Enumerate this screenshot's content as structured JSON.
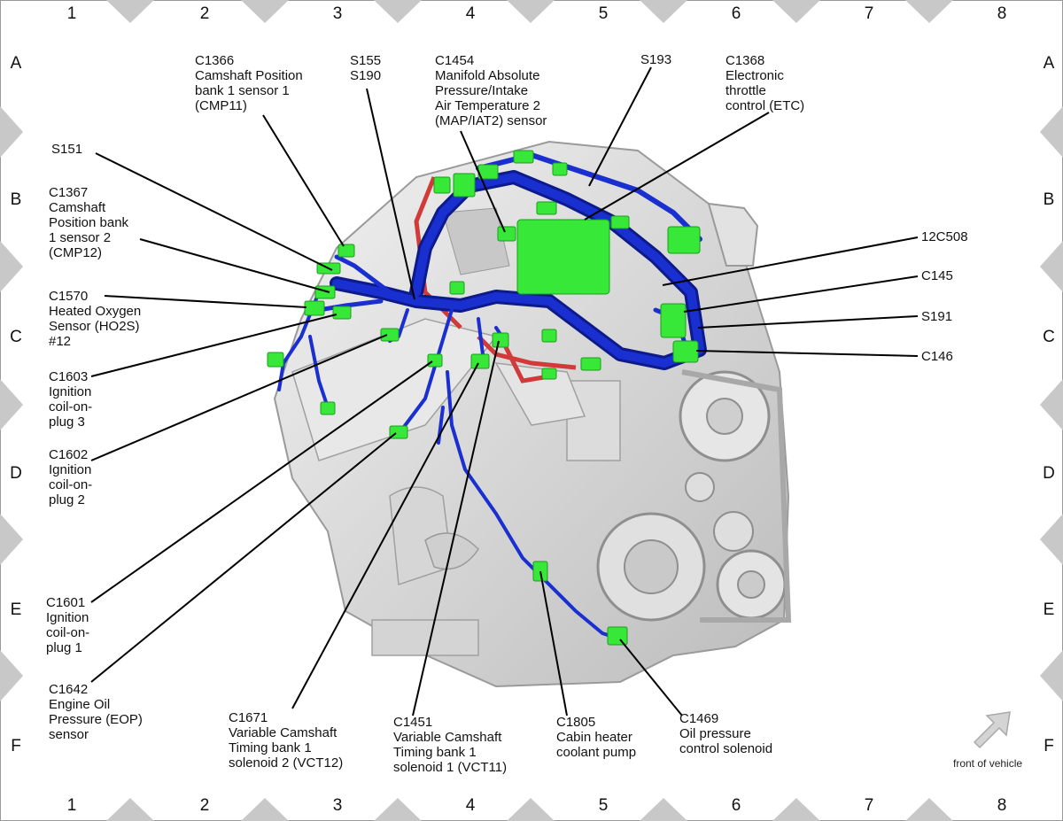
{
  "grid": {
    "columns": [
      "1",
      "2",
      "3",
      "4",
      "5",
      "6",
      "7",
      "8"
    ],
    "rows": [
      "A",
      "B",
      "C",
      "D",
      "E",
      "F"
    ]
  },
  "labels": {
    "c1366": [
      "C1366",
      "Camshaft Position",
      "bank 1 sensor 1",
      "(CMP11)"
    ],
    "s155": [
      "S155",
      "S190"
    ],
    "c1454": [
      "C1454",
      "Manifold Absolute",
      "Pressure/Intake",
      "Air Temperature 2",
      "(MAP/IAT2) sensor"
    ],
    "s193": [
      "S193"
    ],
    "c1368": [
      "C1368",
      "Electronic",
      "throttle",
      "control (ETC)"
    ],
    "s151": [
      "S151"
    ],
    "c1367": [
      "C1367",
      "Camshaft",
      "Position bank",
      "1 sensor 2",
      "(CMP12)"
    ],
    "c1570": [
      "C1570",
      "Heated Oxygen",
      "Sensor (HO2S)",
      "#12"
    ],
    "c1603": [
      "C1603",
      "Ignition",
      "coil-on-",
      "plug 3"
    ],
    "c1602": [
      "C1602",
      "Ignition",
      "coil-on-",
      "plug 2"
    ],
    "c1601": [
      "C1601",
      "Ignition",
      "coil-on-",
      "plug 1"
    ],
    "c1642": [
      "C1642",
      "Engine Oil",
      "Pressure (EOP)",
      "sensor"
    ],
    "c1671": [
      "C1671",
      "Variable Camshaft",
      "Timing bank 1",
      "solenoid 2 (VCT12)"
    ],
    "c1451": [
      "C1451",
      "Variable Camshaft",
      "Timing bank 1",
      "solenoid 1 (VCT11)"
    ],
    "c1805": [
      "C1805",
      "Cabin heater",
      "coolant pump"
    ],
    "c1469": [
      "C1469",
      "Oil pressure",
      "control solenoid"
    ],
    "c12c508": [
      "12C508"
    ],
    "c145": [
      "C145"
    ],
    "s191": [
      "S191"
    ],
    "c146": [
      "C146"
    ]
  },
  "front_of_vehicle": "front of vehicle",
  "colors": {
    "harness": "#1a2fd0",
    "harness_dark": "#0d1a8a",
    "connector": "#38e838",
    "red_harness": "#d23a3a",
    "engine": "#d8d8d8",
    "border_triangles": "#c8c8c8"
  }
}
